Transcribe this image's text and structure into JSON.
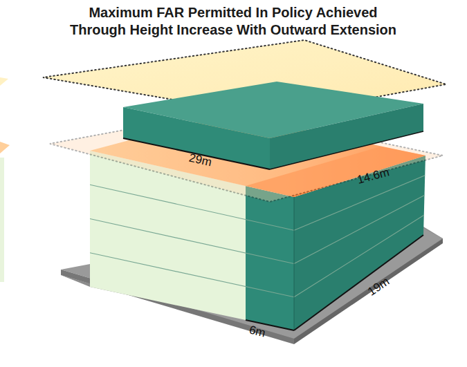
{
  "diagram": {
    "title": "Maximum FAR Permitted In Policy Achieved Through Height Increase With Outward Extension",
    "labels": [
      "29m",
      "14.6m",
      "19m",
      "6m"
    ]
  }
}
